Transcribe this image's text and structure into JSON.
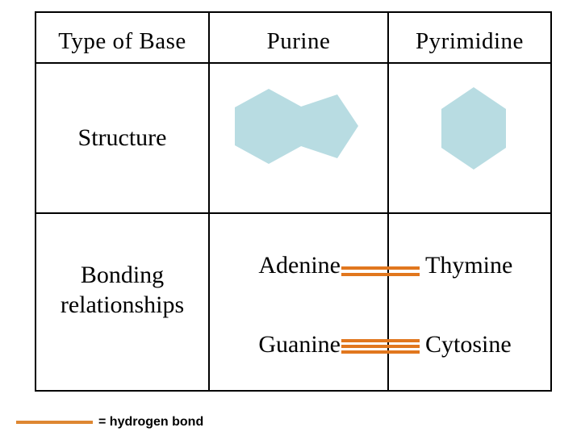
{
  "table": {
    "headers": [
      {
        "label": "Type of Base"
      },
      {
        "label": "Purine"
      },
      {
        "label": "Pyrimidine"
      }
    ],
    "structure_row": {
      "label": "Structure",
      "purine_shape": "fused-hexagon-pentagon",
      "pyrimidine_shape": "hexagon"
    },
    "bonding_row": {
      "label_line1": "Bonding",
      "label_line2": "relationships",
      "pairs": [
        {
          "purine": "Adenine",
          "pyrimidine": "Thymine",
          "hydrogen_bonds": 2
        },
        {
          "purine": "Guanine",
          "pyrimidine": "Cytosine",
          "hydrogen_bonds": 3
        }
      ]
    }
  },
  "legend": {
    "symbol": "orange-line",
    "label": "= hydrogen bond"
  },
  "colors": {
    "background": "#ffffff",
    "border": "#000000",
    "text": "#000000",
    "shape_fill": "#b8dce2",
    "bond_line": "#e1771e",
    "legend_line": "#de8732"
  }
}
